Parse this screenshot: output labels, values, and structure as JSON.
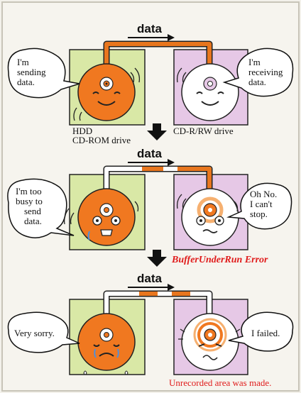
{
  "colors": {
    "background": "#f3f1ea",
    "frame": "#c8c4b8",
    "green_panel": "#d9e8a6",
    "pink_panel": "#e6c8e6",
    "disc_orange": "#f07820",
    "disc_white": "#ffffff",
    "pipe_orange": "#e8761e",
    "error_red": "#e01b1b"
  },
  "stage1": {
    "arrow_label": "data",
    "left_bubble": [
      "I'm",
      "sending",
      "data."
    ],
    "right_bubble": [
      "I'm",
      "receiving",
      "data."
    ],
    "left_drive_label": [
      "HDD",
      "CD-ROM drive"
    ],
    "right_drive_label": "CD-R/RW drive"
  },
  "stage2": {
    "arrow_label": "data",
    "left_bubble": [
      "I'm  too",
      "busy to",
      "send",
      "data."
    ],
    "right_bubble": [
      "Oh No.",
      "I can't",
      "stop."
    ]
  },
  "transition_label": "BufferUnderRun Error",
  "stage3": {
    "arrow_label": "data",
    "left_bubble": "Very sorry.",
    "right_bubble": "I failed.",
    "bottom_note": "Unrecorded area was made."
  }
}
